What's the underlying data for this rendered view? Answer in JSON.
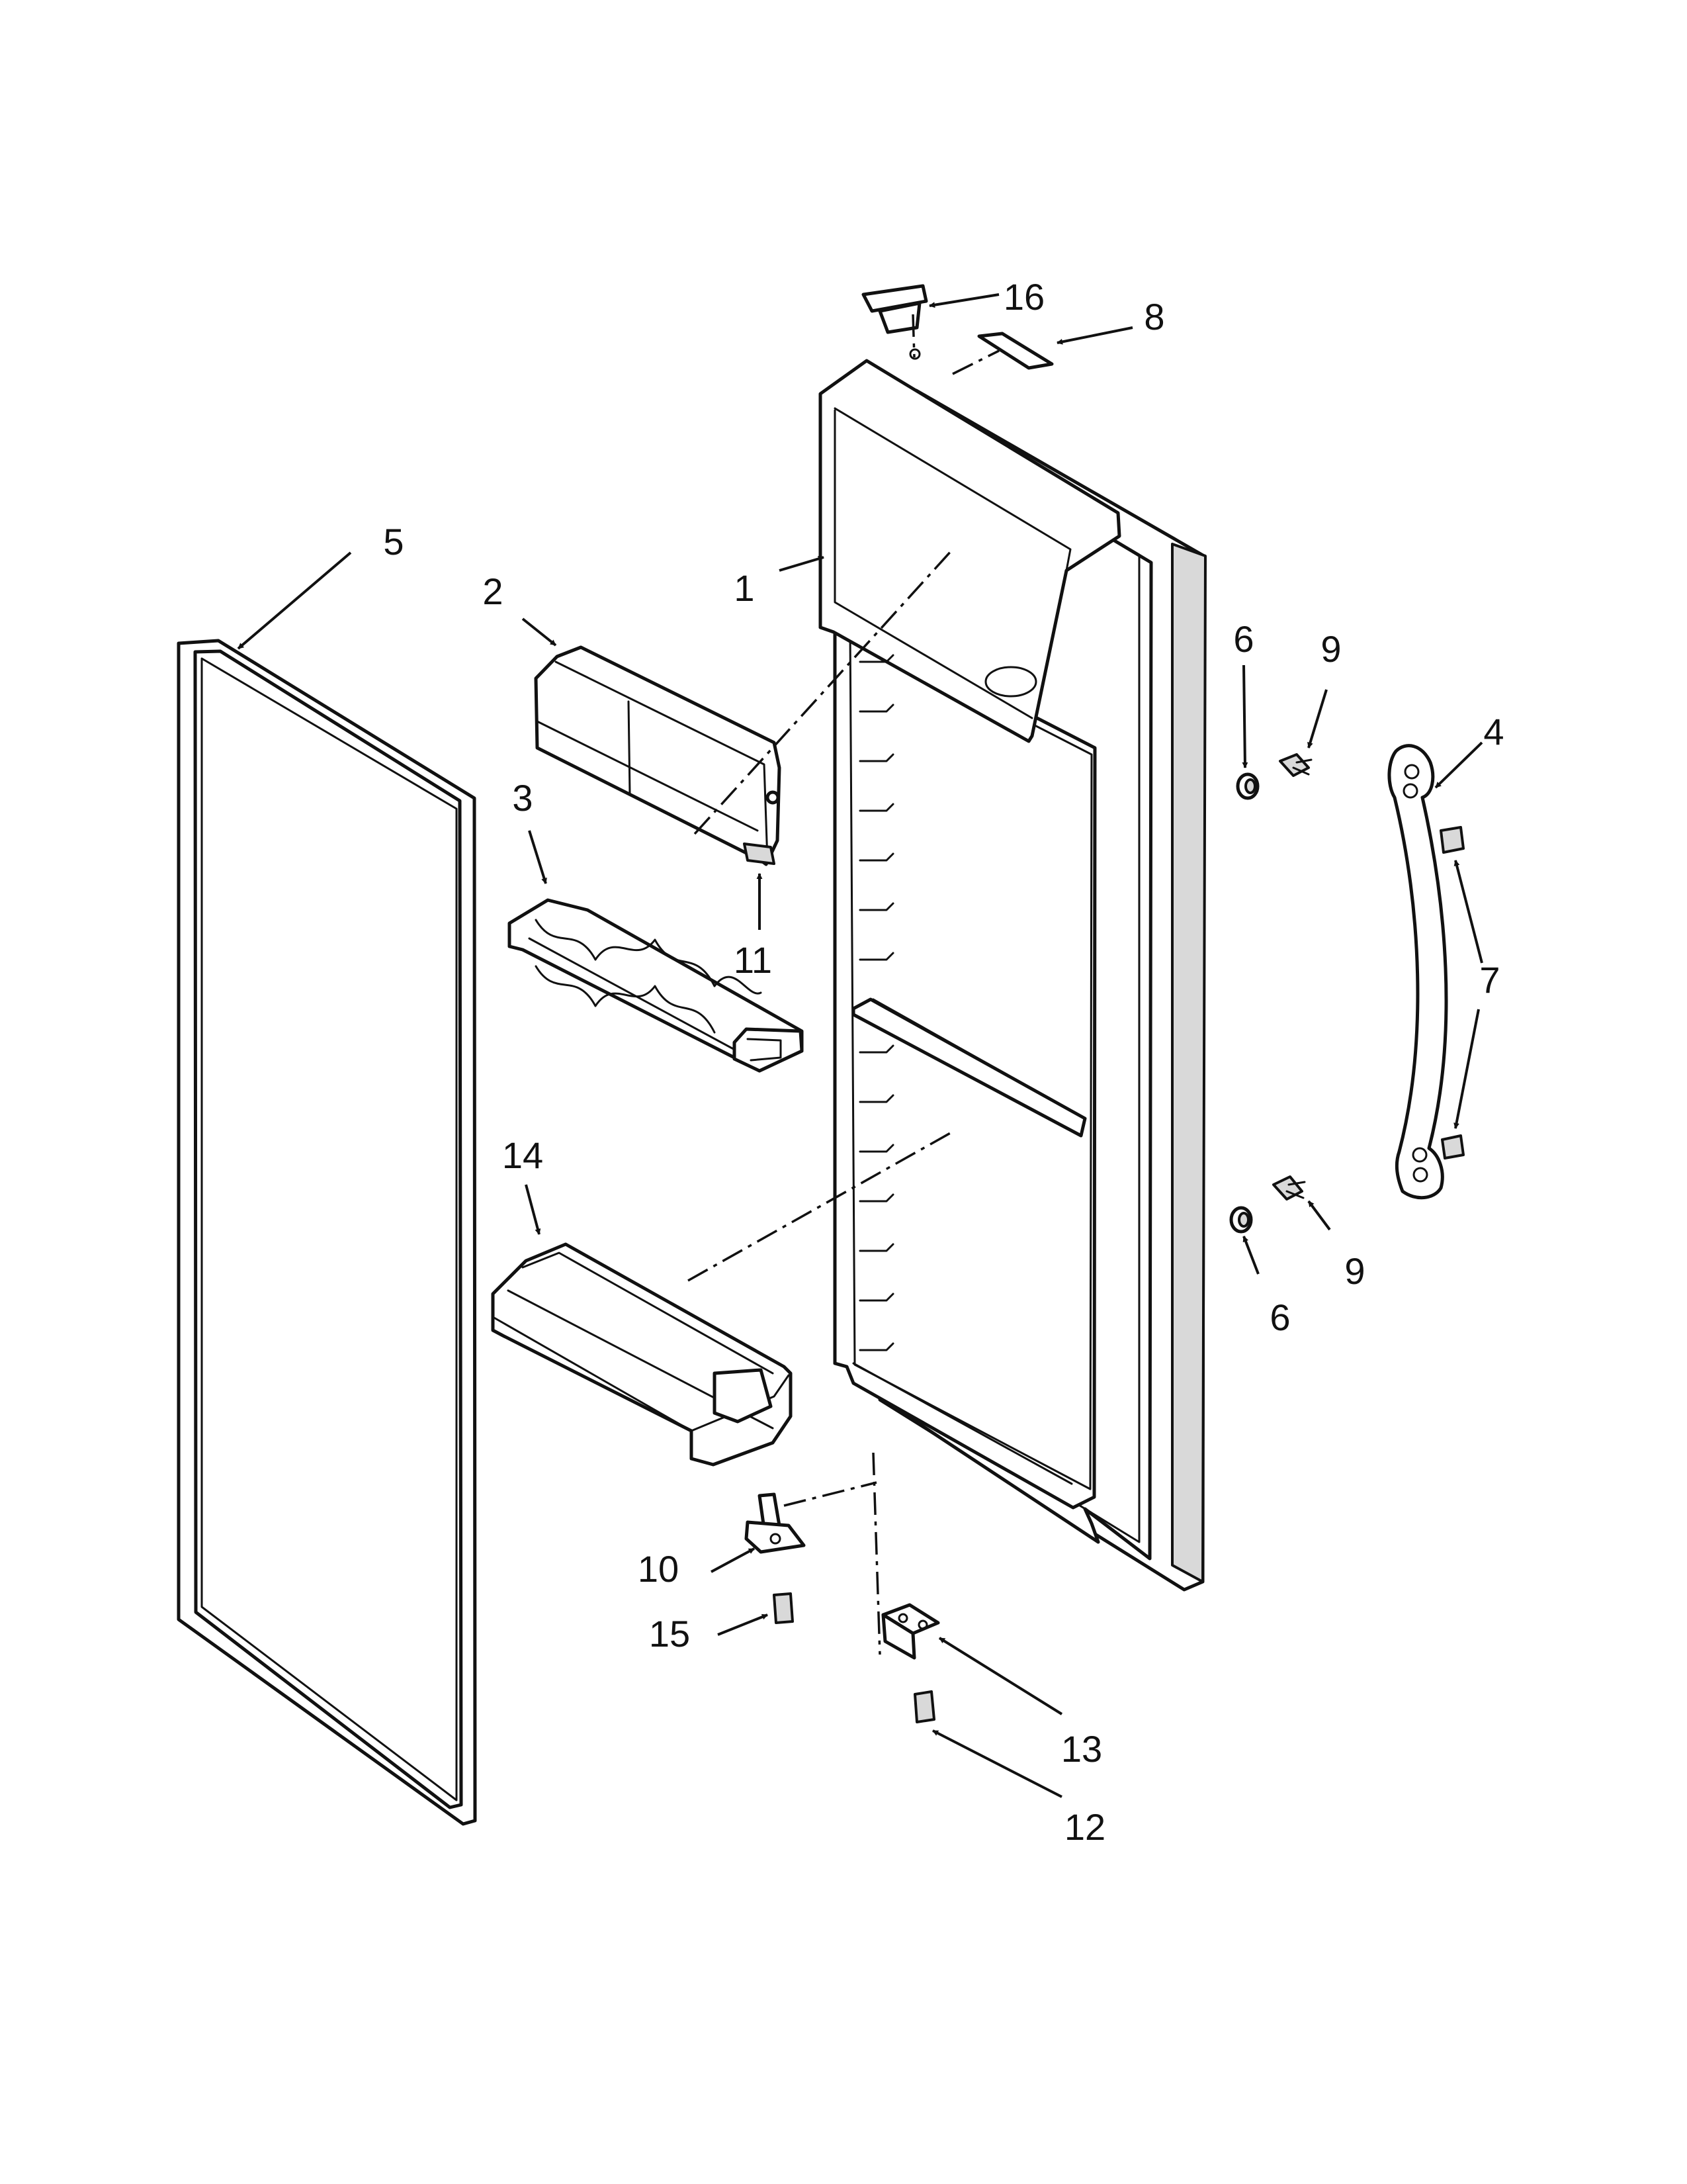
{
  "callouts": {
    "c1": "1",
    "c2": "2",
    "c3": "3",
    "c4": "4",
    "c5": "5",
    "c6a": "6",
    "c6b": "6",
    "c7": "7",
    "c8": "8",
    "c9a": "9",
    "c9b": "9",
    "c10": "10",
    "c11": "11",
    "c12": "12",
    "c13": "13",
    "c14": "14",
    "c15": "15",
    "c16": "16"
  }
}
